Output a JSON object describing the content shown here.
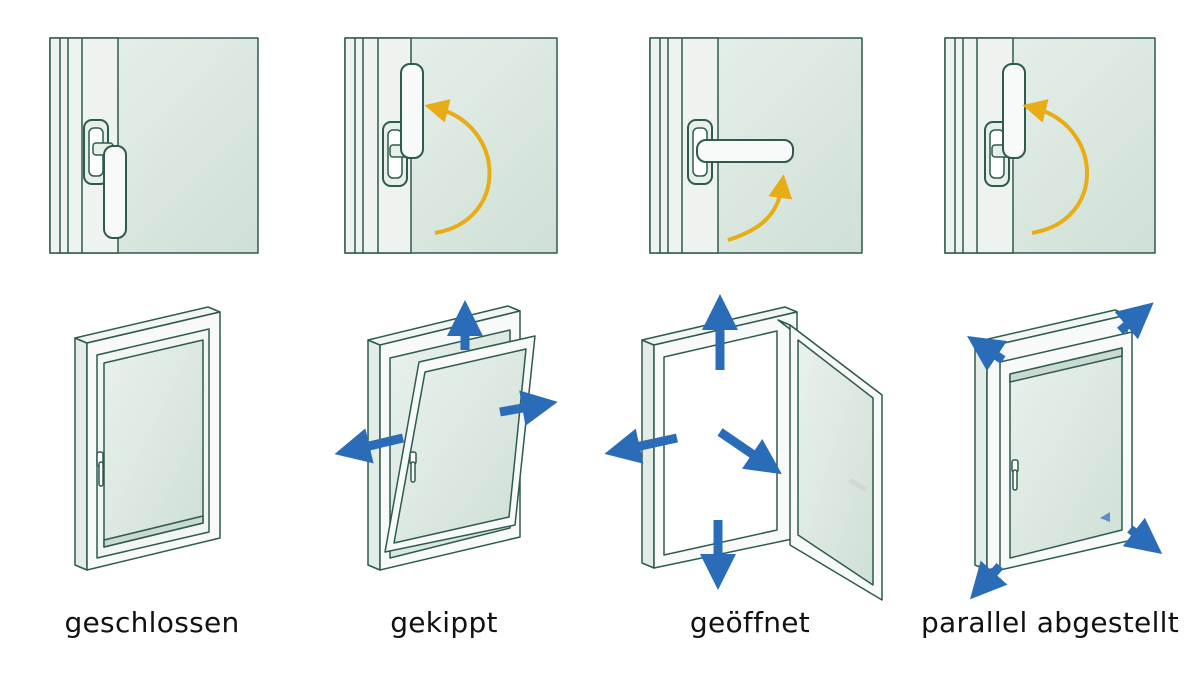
{
  "states": [
    {
      "id": "closed",
      "label": "geschlossen"
    },
    {
      "id": "tilted",
      "label": "gekippt"
    },
    {
      "id": "open",
      "label": "geöffnet"
    },
    {
      "id": "parallel",
      "label": "parallel abgestellt"
    }
  ],
  "colors": {
    "frame_fill": "#f4f7f5",
    "glass_fill": "#dde9e2",
    "outline": "#2f5a4e",
    "arrow_yellow": "#e8ac16",
    "arrow_blue": "#2a6cb8"
  }
}
